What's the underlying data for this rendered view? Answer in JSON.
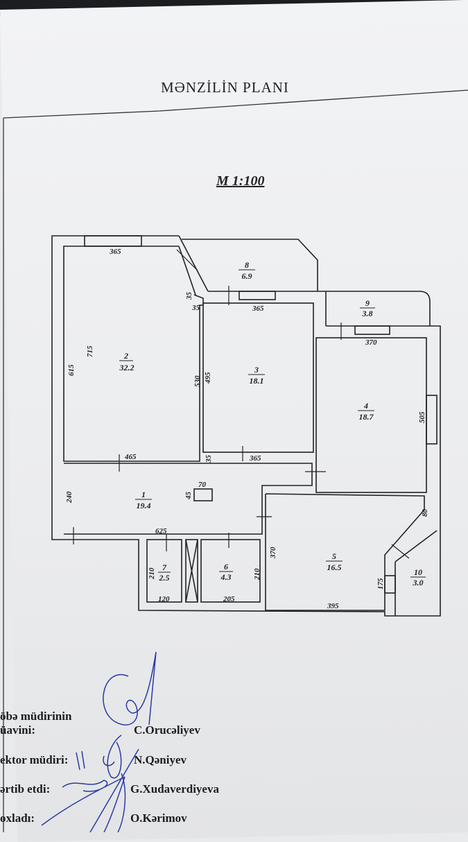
{
  "document": {
    "title": "MƏNZİLİN PLANI",
    "scale": "M 1:100"
  },
  "rooms": [
    {
      "number": "1",
      "area": "19.4"
    },
    {
      "number": "2",
      "area": "32.2"
    },
    {
      "number": "3",
      "area": "18.1"
    },
    {
      "number": "4",
      "area": "18.7"
    },
    {
      "number": "5",
      "area": "16.5"
    },
    {
      "number": "6",
      "area": "4.3"
    },
    {
      "number": "7",
      "area": "2.5"
    },
    {
      "number": "8",
      "area": "6.9"
    },
    {
      "number": "9",
      "area": "3.8"
    },
    {
      "number": "10",
      "area": "3.0"
    }
  ],
  "dimensions": {
    "r2_top": "365",
    "r2_left_outer": "615",
    "r2_left_inner": "715",
    "r2_bottom": "465",
    "r2_right": "530",
    "r2_notch_v": "35",
    "r2_notch_h": "35",
    "r3_top": "365",
    "r3_left": "495",
    "r3_bottom": "365",
    "r3_gap": "35",
    "r4_top": "370",
    "r4_right": "505",
    "r1_left": "240",
    "r1_bottom": "625",
    "column_w": "70",
    "column_h": "45",
    "r5_left": "370",
    "r5_right_top": "80",
    "r5_right_low": "175",
    "r5_bottom": "395",
    "r7_left": "210",
    "r7_bottom": "120",
    "r6_right": "210",
    "r6_bottom": "205"
  },
  "signatures": [
    {
      "role": "öbə müdirinin",
      "role2": "üavini:",
      "name": "C.Orucəliyev"
    },
    {
      "role": "ektor müdiri:",
      "name": "N.Qəniyev"
    },
    {
      "role": "ərtib etdi:",
      "name": "G.Xudaverdiyeva"
    },
    {
      "role": "oxladı:",
      "name": "O.Kərimov"
    }
  ],
  "colors": {
    "ink": "#222222",
    "pen": "#2a3aa0"
  }
}
